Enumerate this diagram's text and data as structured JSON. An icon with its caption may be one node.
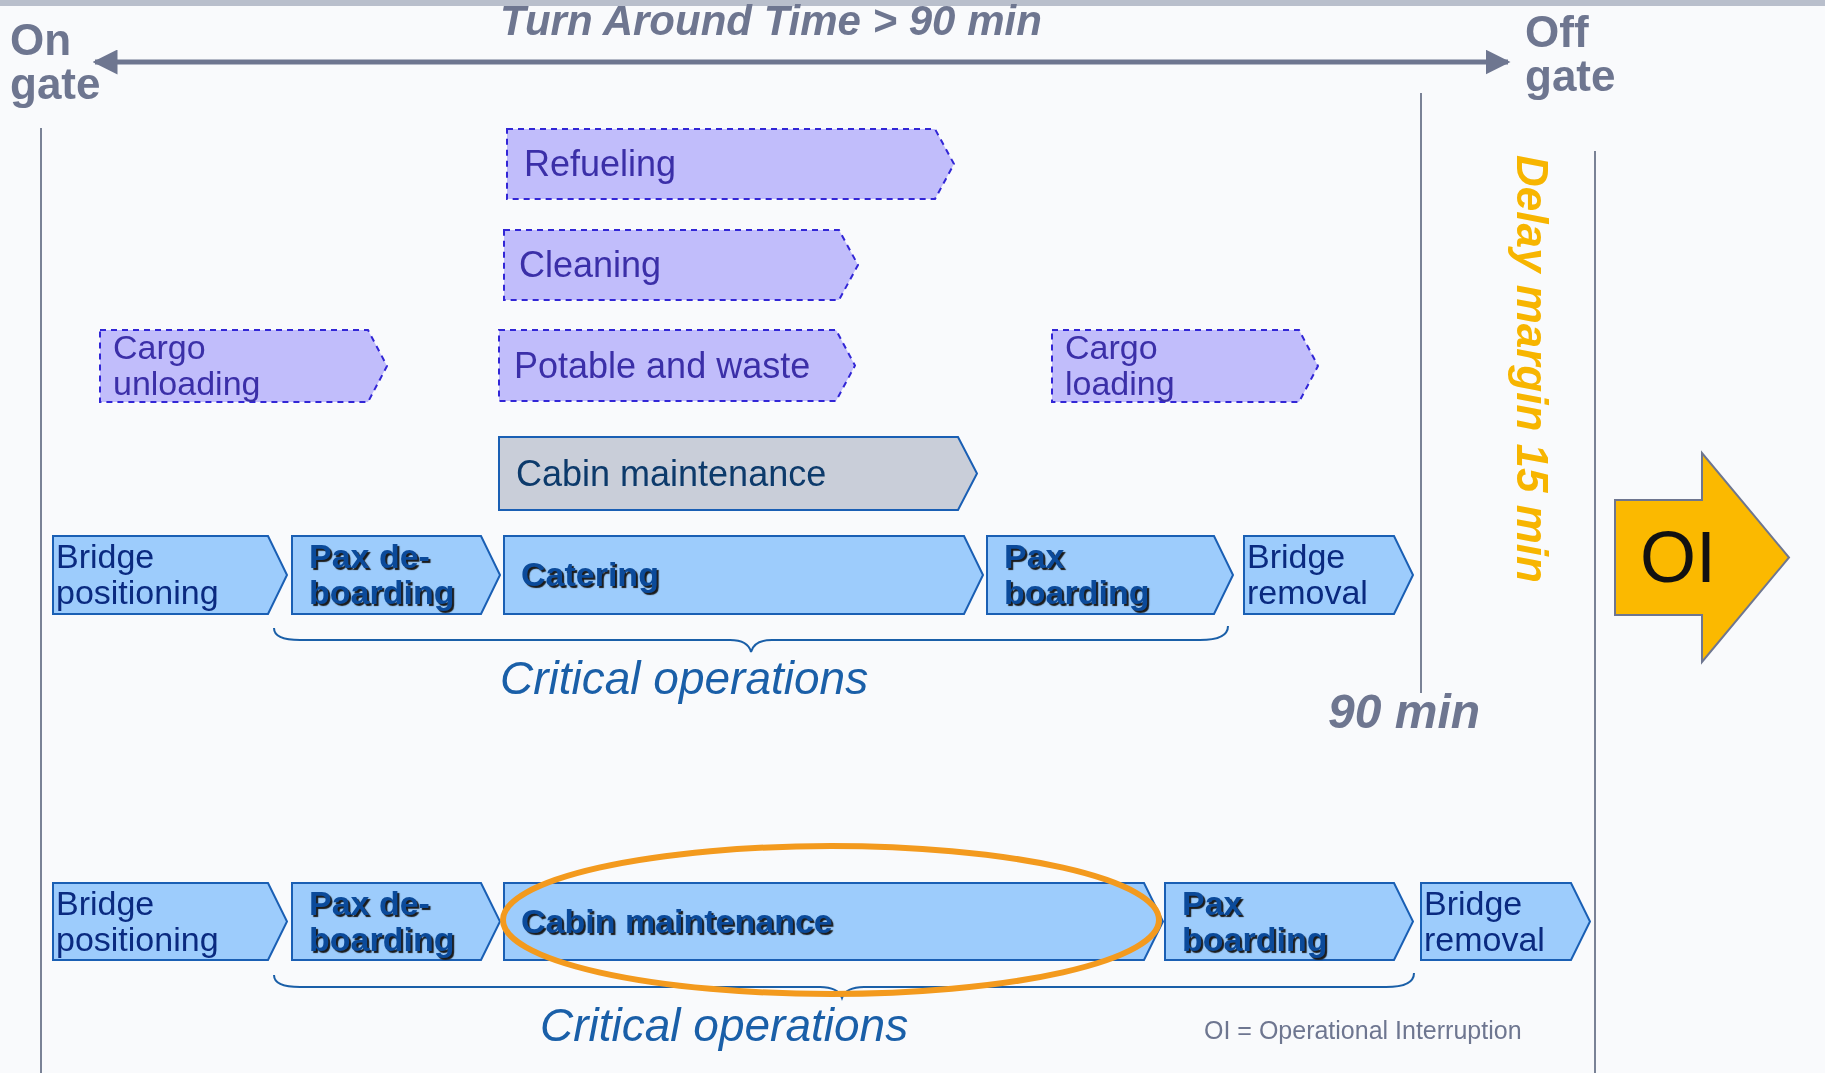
{
  "diagram": {
    "nodes": [
      {
        "text": [
          "Refueling"
        ]
      },
      {
        "text": [
          "Cleaning"
        ]
      },
      {
        "text": [
          "Cargo unloading"
        ]
      },
      {
        "text": [
          "Potable and waste"
        ]
      },
      {
        "text": [
          "Cargo loading"
        ]
      },
      {
        "text": [
          "Cabin maintenance"
        ]
      },
      {
        "text": [
          "Bridge positioning"
        ]
      },
      {
        "text": [
          "Pax de-boarding"
        ]
      },
      {
        "text": [
          "Catering"
        ]
      },
      {
        "text": [
          "Pax boarding"
        ]
      },
      {
        "text": [
          "Bridge removal"
        ]
      },
      {
        "text": [
          "OI"
        ]
      },
      {
        "text": [
          "Bridge positioning"
        ]
      },
      {
        "text": [
          "Pax de-boarding"
        ]
      },
      {
        "text": [
          "Cabin maintenance"
        ]
      },
      {
        "text": [
          "Pax boarding"
        ]
      },
      {
        "text": [
          "Bridge removal"
        ]
      }
    ],
    "labels": [
      "On gate",
      "Turn Around Time > 90 min",
      "Off gate",
      "Delay margin 15 min",
      "Critical operations",
      "90 min",
      "Critical operations",
      "OI = Operational Interruption"
    ]
  }
}
